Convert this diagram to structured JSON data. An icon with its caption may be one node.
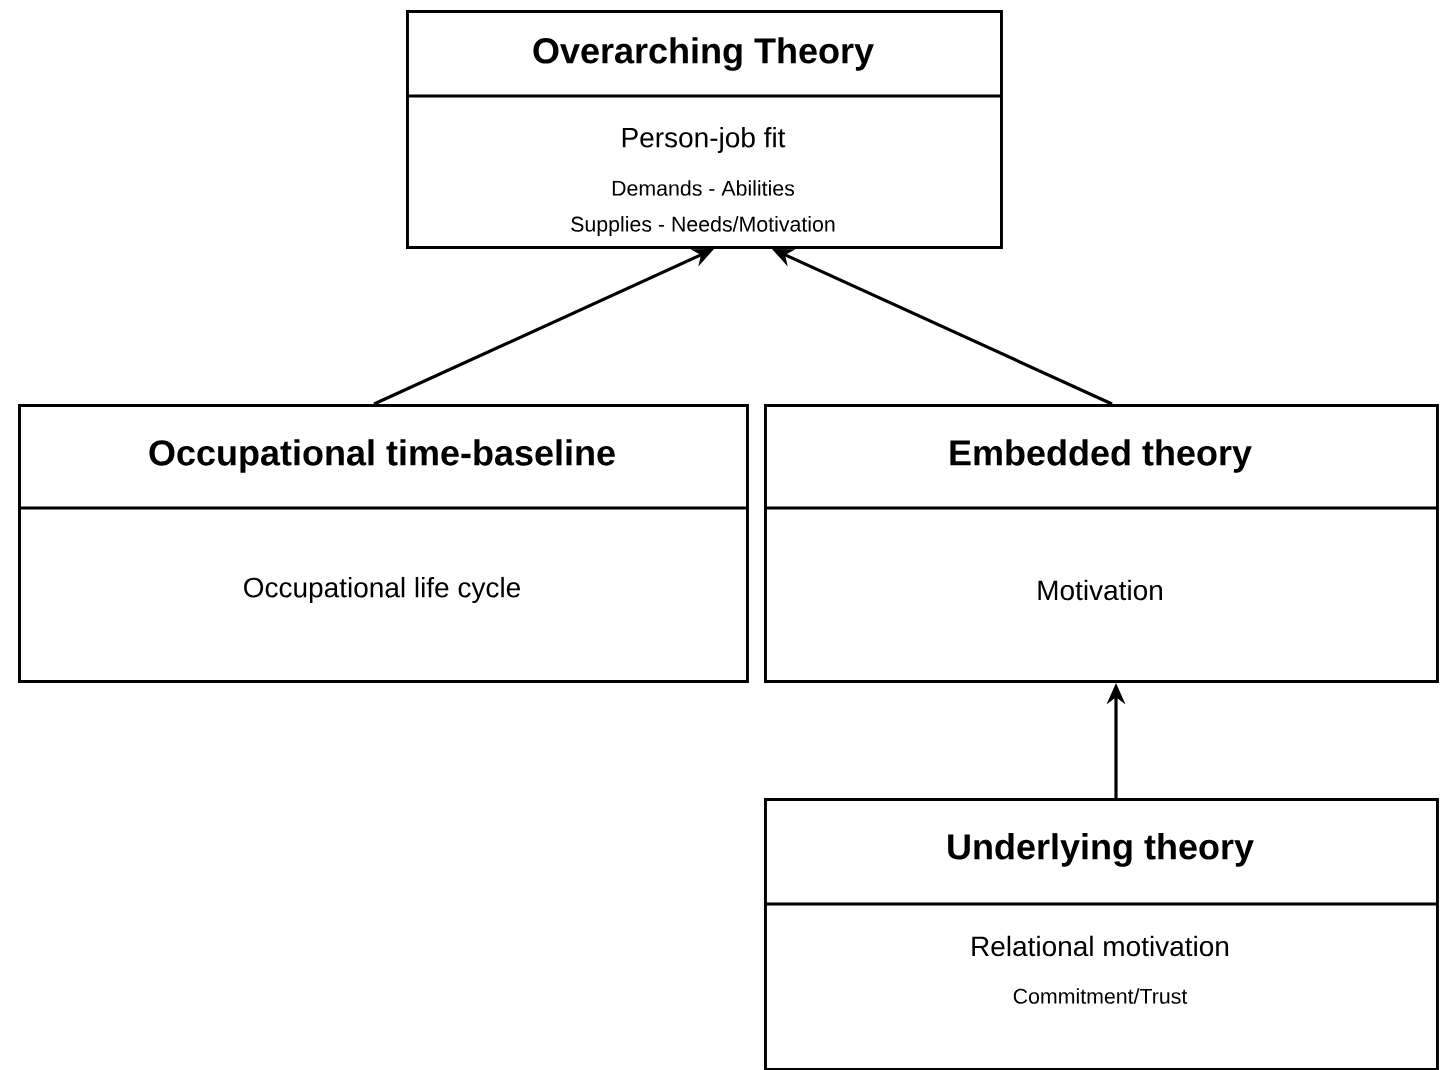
{
  "diagram": {
    "nodes": [
      {
        "text": [
          "Overarching Theory",
          "Person-job fit",
          "Demands -  Abilities",
          "Supplies - Needs/Motivation"
        ]
      },
      {
        "text": [
          "Occupational time-baseline",
          "Occupational life cycle"
        ]
      },
      {
        "text": [
          "Embedded theory",
          "Motivation"
        ]
      },
      {
        "text": [
          "Underlying theory",
          "Relational motivation",
          "Commitment/Trust"
        ]
      }
    ],
    "edges": [
      {
        "from": 1,
        "to": 0,
        "arrow": "to"
      },
      {
        "from": 2,
        "to": 0,
        "arrow": "to"
      },
      {
        "from": 3,
        "to": 2,
        "arrow": "to"
      }
    ]
  }
}
